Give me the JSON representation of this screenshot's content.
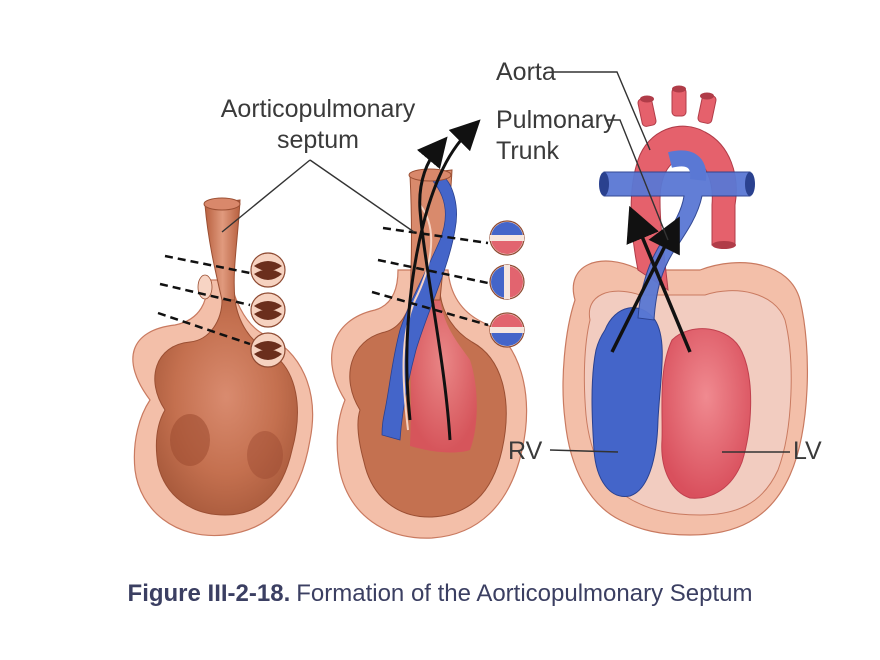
{
  "labels": {
    "septum_line1": "Aorticopulmonary",
    "septum_line2": "septum",
    "aorta": "Aorta",
    "pulmonary_line1": "Pulmonary",
    "pulmonary_line2": "Trunk",
    "rv": "RV",
    "lv": "LV"
  },
  "caption": {
    "figure_number": "Figure III-2-18.",
    "title": "Formation of the Aorticopulmonary Septum"
  },
  "colors": {
    "tissue_light": "#f2b8a2",
    "tissue_mid": "#e0876b",
    "tissue_dark": "#b85a3a",
    "blood_blue": "#3f63c8",
    "blood_red": "#e25f6b",
    "label_text": "#3a3a3a",
    "caption_text": "#3b3f62"
  }
}
